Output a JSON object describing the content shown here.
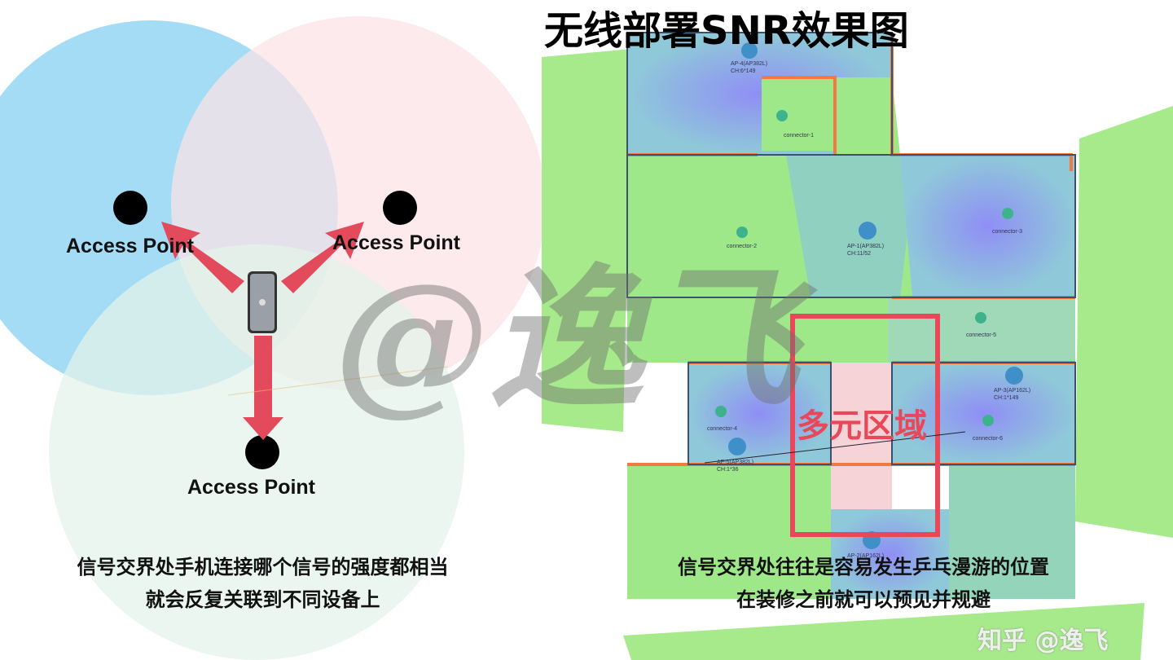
{
  "left_diagram": {
    "access_points": [
      {
        "label": "Access Point"
      },
      {
        "label": "Access Point"
      },
      {
        "label": "Access Point"
      }
    ],
    "device_icon": "smartphone-icon",
    "caption_lines": [
      "信号交界处手机连接哪个信号的强度都相当",
      "就会反复关联到不同设备上"
    ],
    "colors": {
      "circle_1": "#8fd3f2",
      "circle_2": "#fbe3e6",
      "circle_3": "#e3f3e9",
      "arrow": "#e34a5c"
    }
  },
  "right_diagram": {
    "title": "无线部署SNR效果图",
    "zone_label": "多元区域",
    "connectors": [
      "connector-1",
      "connector-2",
      "connector-3",
      "connector-4",
      "connector-5",
      "connector-6"
    ],
    "aps": [
      "AP-4(AP382L) CH:6*149",
      "AP-1(AP382L) CH:11/52",
      "AP-3(AP162L) CH:1*149",
      "AP-5(AP382L) CH:1*36",
      "AP-2(AP162L)"
    ],
    "caption_lines": [
      "信号交界处往往是容易发生乒乓漫游的位置",
      "在装修之前就可以预见并规避"
    ],
    "colors": {
      "zone_border": "#e8485a",
      "heat_green": "#9fe88a",
      "heat_blue": "#8f9ef0"
    }
  },
  "watermark": "@逸飞",
  "platform_watermark": "知乎 @逸飞"
}
